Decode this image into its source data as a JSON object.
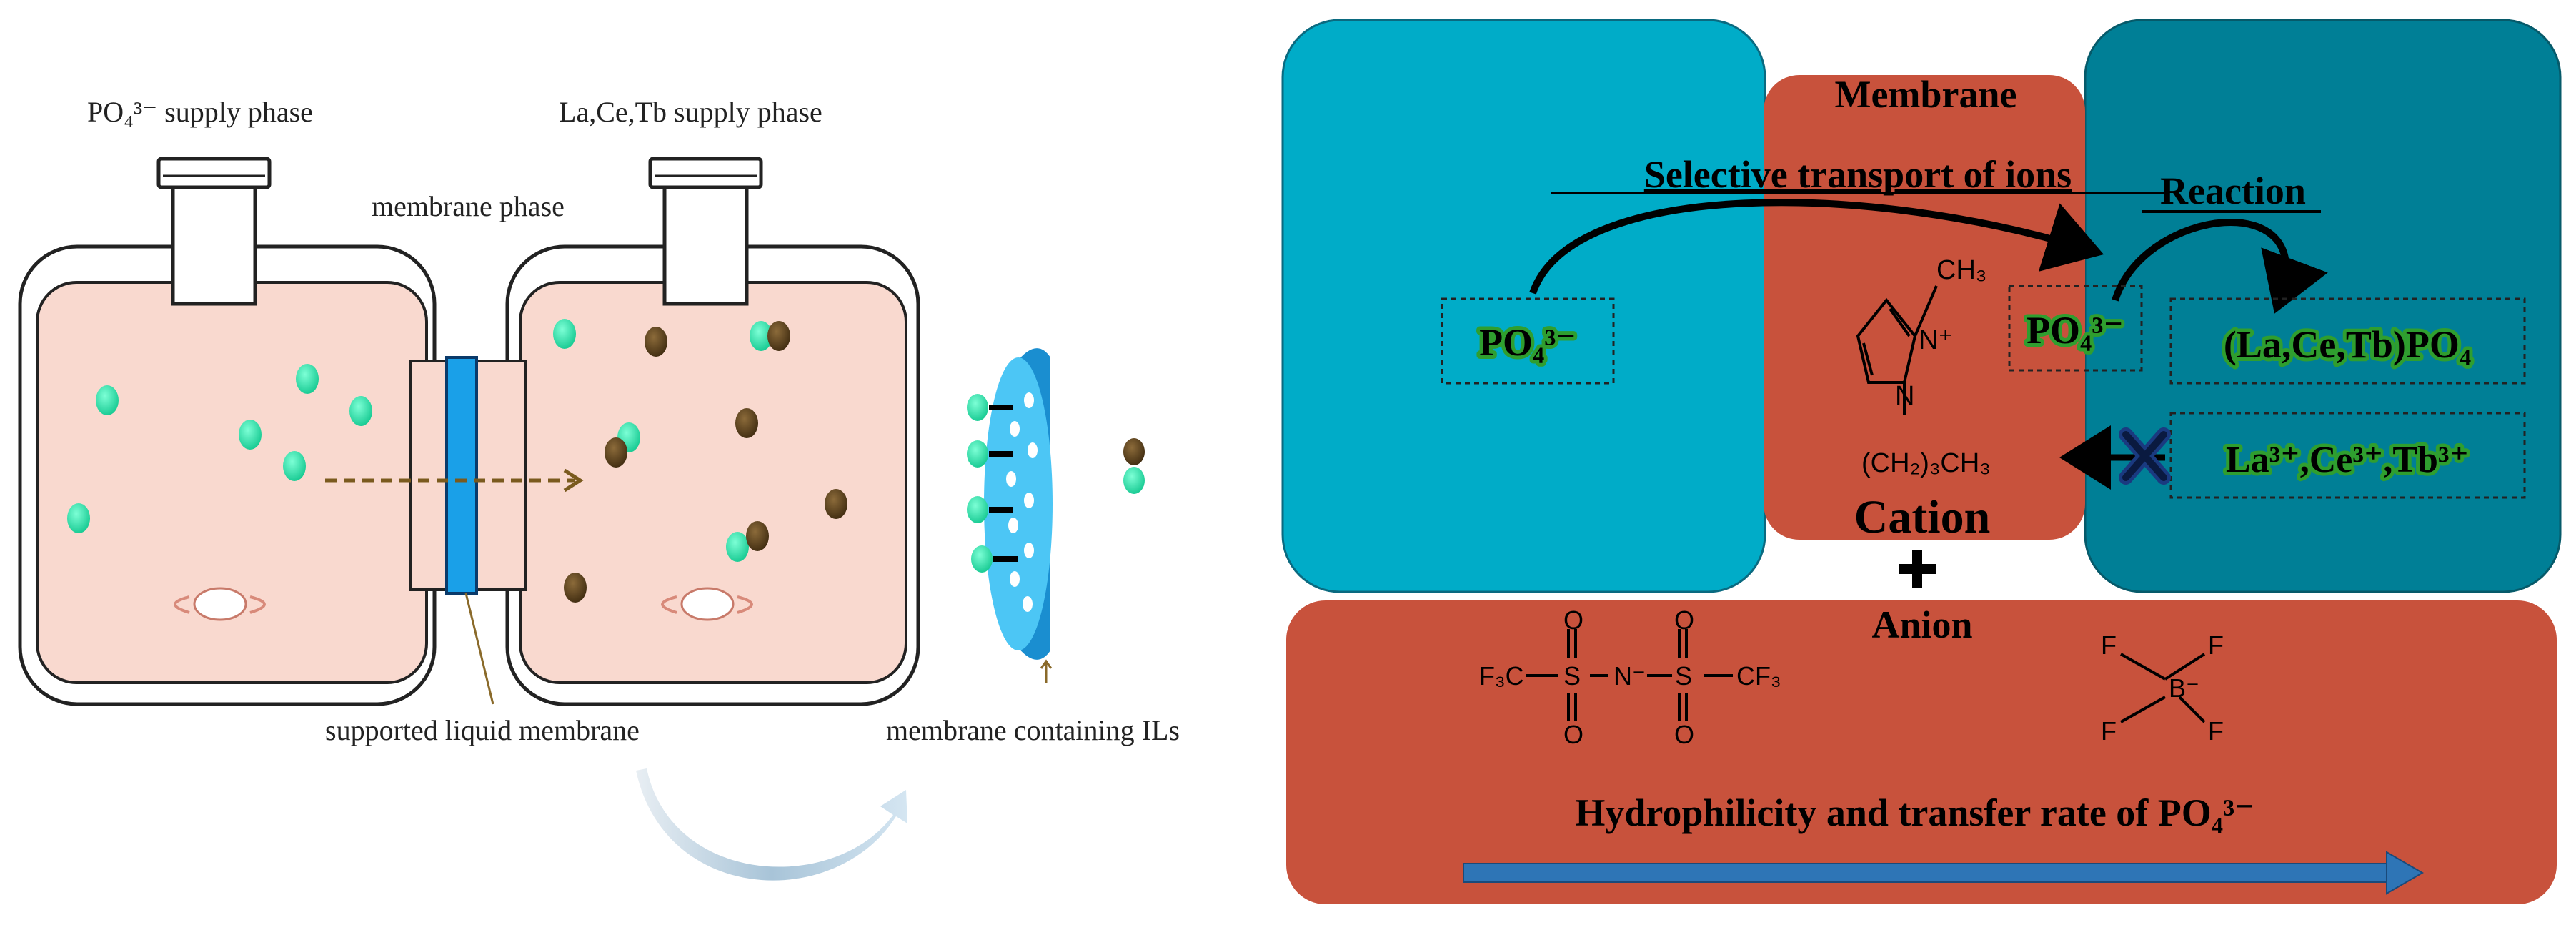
{
  "left": {
    "po4_supply_phase": "PO₄³⁻ supply phase",
    "lacetb_supply_phase": "La,Ce,Tb supply phase",
    "membrane_phase": "membrane phase",
    "supported_liquid_membrane": "supported liquid membrane",
    "membrane_containing_ils": "membrane containing ILs"
  },
  "right": {
    "membrane_title": "Membrane",
    "selective_transport": "Selective transport of ions",
    "reaction": "Reaction",
    "po4_left": "PO₄³⁻",
    "po4_right": "PO₄³⁻",
    "product": "(La,Ce,Tb)PO₄",
    "cations": "La³⁺,Ce³⁺,Tb³⁺",
    "cation_label": "Cation",
    "anion_label": "Anion",
    "hydrophilicity": "Hydrophilicity  and transfer rate of PO₄³⁻",
    "ch3_top": "CH₃",
    "n_plus": "N⁺",
    "n_bottom": "N",
    "butyl": "(CH₂)₃CH₃",
    "tf2n": {
      "f3c": "F₃C",
      "s1": "S",
      "n": "N⁻",
      "s2": "S",
      "cf3": "CF₃",
      "o1": "O",
      "o2": "O",
      "o3": "O",
      "o4": "O"
    },
    "bf4": {
      "b": "B⁻",
      "f1": "F",
      "f2": "F",
      "f3": "F",
      "f4": "F"
    }
  },
  "colors": {
    "teal_left": "#00acc8",
    "teal_right": "#007f96",
    "rust": "#c8523c",
    "green_glow": "#2f9e2f",
    "arrow_blue": "#2e75b6",
    "cell_fill": "#f9d9cf",
    "slm_blue": "#1aa0e8",
    "green_ion": "#2ee0a8",
    "brown_ion": "#5b4120"
  }
}
